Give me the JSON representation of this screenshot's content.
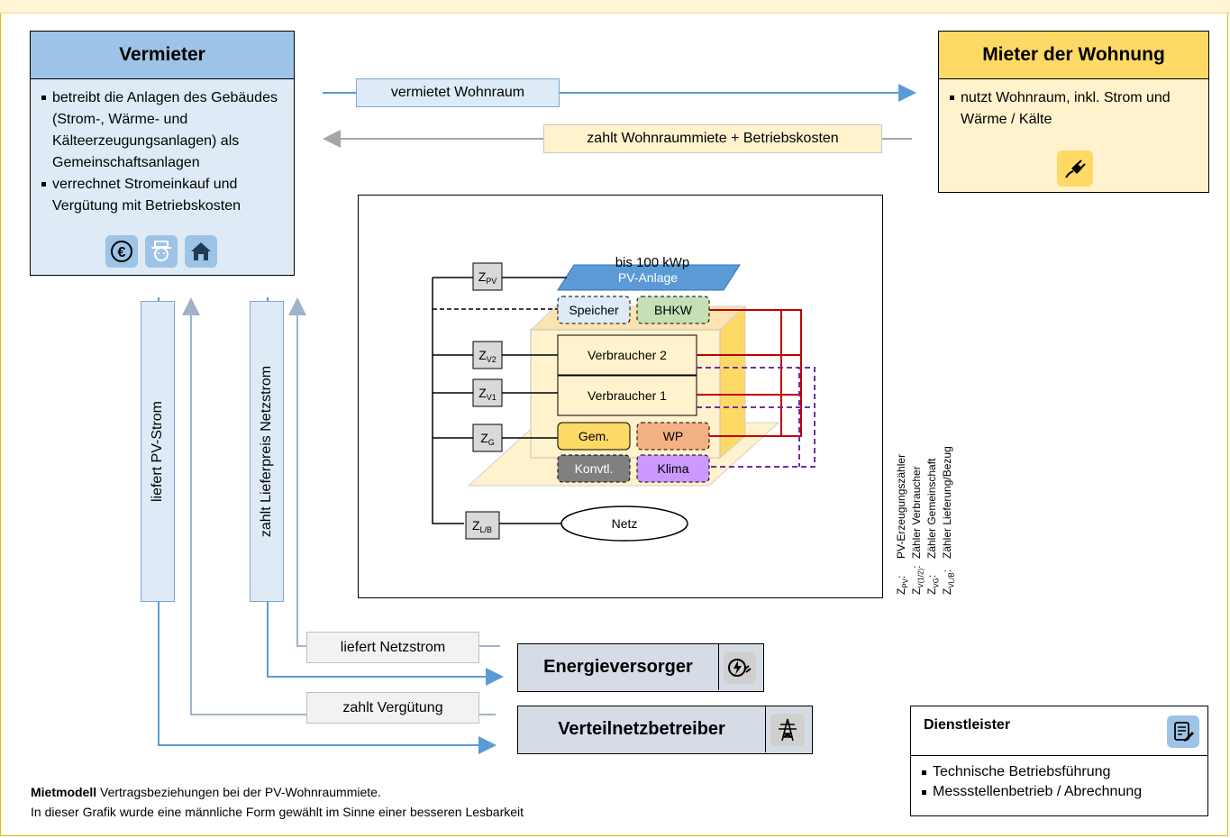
{
  "vermieter": {
    "title": "Vermieter",
    "bullets": [
      "betreibt die Anlagen des Gebäudes (Strom-, Wärme- und Kälteerzeugungsanlagen) als Gemeinschaftsanlagen",
      "verrechnet Stromeinkauf und Vergütung mit Betriebskosten"
    ],
    "icons": [
      "euro-icon",
      "person-icon",
      "house-icon"
    ]
  },
  "mieter": {
    "title": "Mieter der Wohnung",
    "bullets": [
      "nutzt Wohnraum, inkl. Strom und Wärme / Kälte"
    ],
    "icons": [
      "plug-icon"
    ]
  },
  "flows": {
    "vermietet": "vermietet Wohnraum",
    "zahlt_miete": "zahlt Wohnraummiete + Betriebskosten",
    "liefert_pv": "liefert PV-Strom",
    "zahlt_lieferpreis": "zahlt Lieferpreis Netzstrom",
    "liefert_netzstrom": "liefert Netzstrom",
    "zahlt_verguetung": "zahlt Vergütung"
  },
  "energieversorger": {
    "title": "Energieversorger",
    "icon": "lightning-plug-icon"
  },
  "verteilnetz": {
    "title": "Verteilnetzbetreiber",
    "icon": "power-tower-icon"
  },
  "building": {
    "pv_capacity": "bis 100 kWp",
    "pv": "PV-Anlage",
    "speicher": "Speicher",
    "bhkw": "BHKW",
    "verbraucher2": "Verbraucher 2",
    "verbraucher1": "Verbraucher 1",
    "gem": "Gem.",
    "wp": "WP",
    "konvtl": "Konvtl.",
    "klima": "Klima",
    "netz": "Netz",
    "meters": {
      "zpv": {
        "main": "Z",
        "sub": "PV"
      },
      "zv2": {
        "main": "Z",
        "sub": "V2"
      },
      "zv1": {
        "main": "Z",
        "sub": "V1"
      },
      "zg": {
        "main": "Z",
        "sub": "G"
      },
      "zlb": {
        "main": "Z",
        "sub": "L/B"
      }
    }
  },
  "legend": {
    "codes": [
      {
        "main": "Z",
        "sub": "PV",
        "suffix": ":"
      },
      {
        "main": "Z",
        "sub": "V(1/2)",
        "suffix": ":"
      },
      {
        "main": "Z",
        "sub": "VG",
        "suffix": ":"
      },
      {
        "main": "Z",
        "sub": "VL/B",
        "suffix": ":"
      }
    ],
    "texts": [
      "PV-Erzeugungszähler",
      "Zähler Verbraucher",
      "Zähler Gemeinschaft",
      "Zähler Lieferung/Bezug"
    ]
  },
  "dienstleister": {
    "title": "Dienstleister",
    "icon": "document-edit-icon",
    "bullets": [
      "Technische Betriebsführung",
      "Messstellenbetrieb / Abrechnung"
    ]
  },
  "caption": {
    "bold": "Mietmodell",
    "rest": " Vertragsbeziehungen bei der PV-Wohnraummiete.",
    "line2": "In dieser Grafik wurde eine männliche Form gewählt im Sinne einer besseren Lesbarkeit"
  },
  "colors": {
    "blue_header": "#9dc3e6",
    "blue_body": "#deebf7",
    "yellow_header": "#ffd966",
    "yellow_body": "#fff2cc",
    "gray_box": "#d6dce5",
    "red_line": "#c00000",
    "purple_line": "#7030a0"
  }
}
